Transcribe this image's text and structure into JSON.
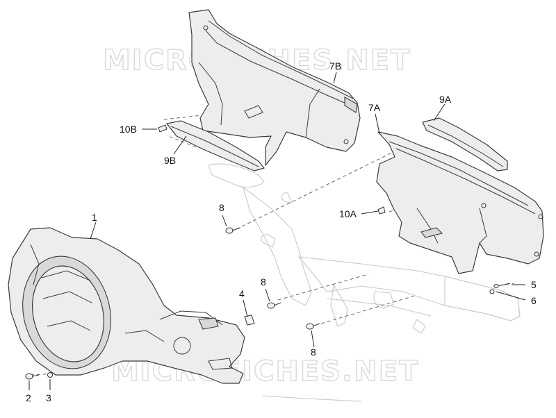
{
  "watermark": {
    "text": "MICROFICHES.NET"
  },
  "callouts": [
    {
      "id": "1",
      "text": "1"
    },
    {
      "id": "2",
      "text": "2"
    },
    {
      "id": "3",
      "text": "3"
    },
    {
      "id": "4",
      "text": "4"
    },
    {
      "id": "5",
      "text": "5"
    },
    {
      "id": "6",
      "text": "6"
    },
    {
      "id": "7A",
      "text": "7A"
    },
    {
      "id": "7B",
      "text": "7B"
    },
    {
      "id": "8a",
      "text": "8"
    },
    {
      "id": "8b",
      "text": "8"
    },
    {
      "id": "8c",
      "text": "8"
    },
    {
      "id": "9A",
      "text": "9A"
    },
    {
      "id": "9B",
      "text": "9B"
    },
    {
      "id": "10A",
      "text": "10A"
    },
    {
      "id": "10B",
      "text": "10B"
    }
  ]
}
